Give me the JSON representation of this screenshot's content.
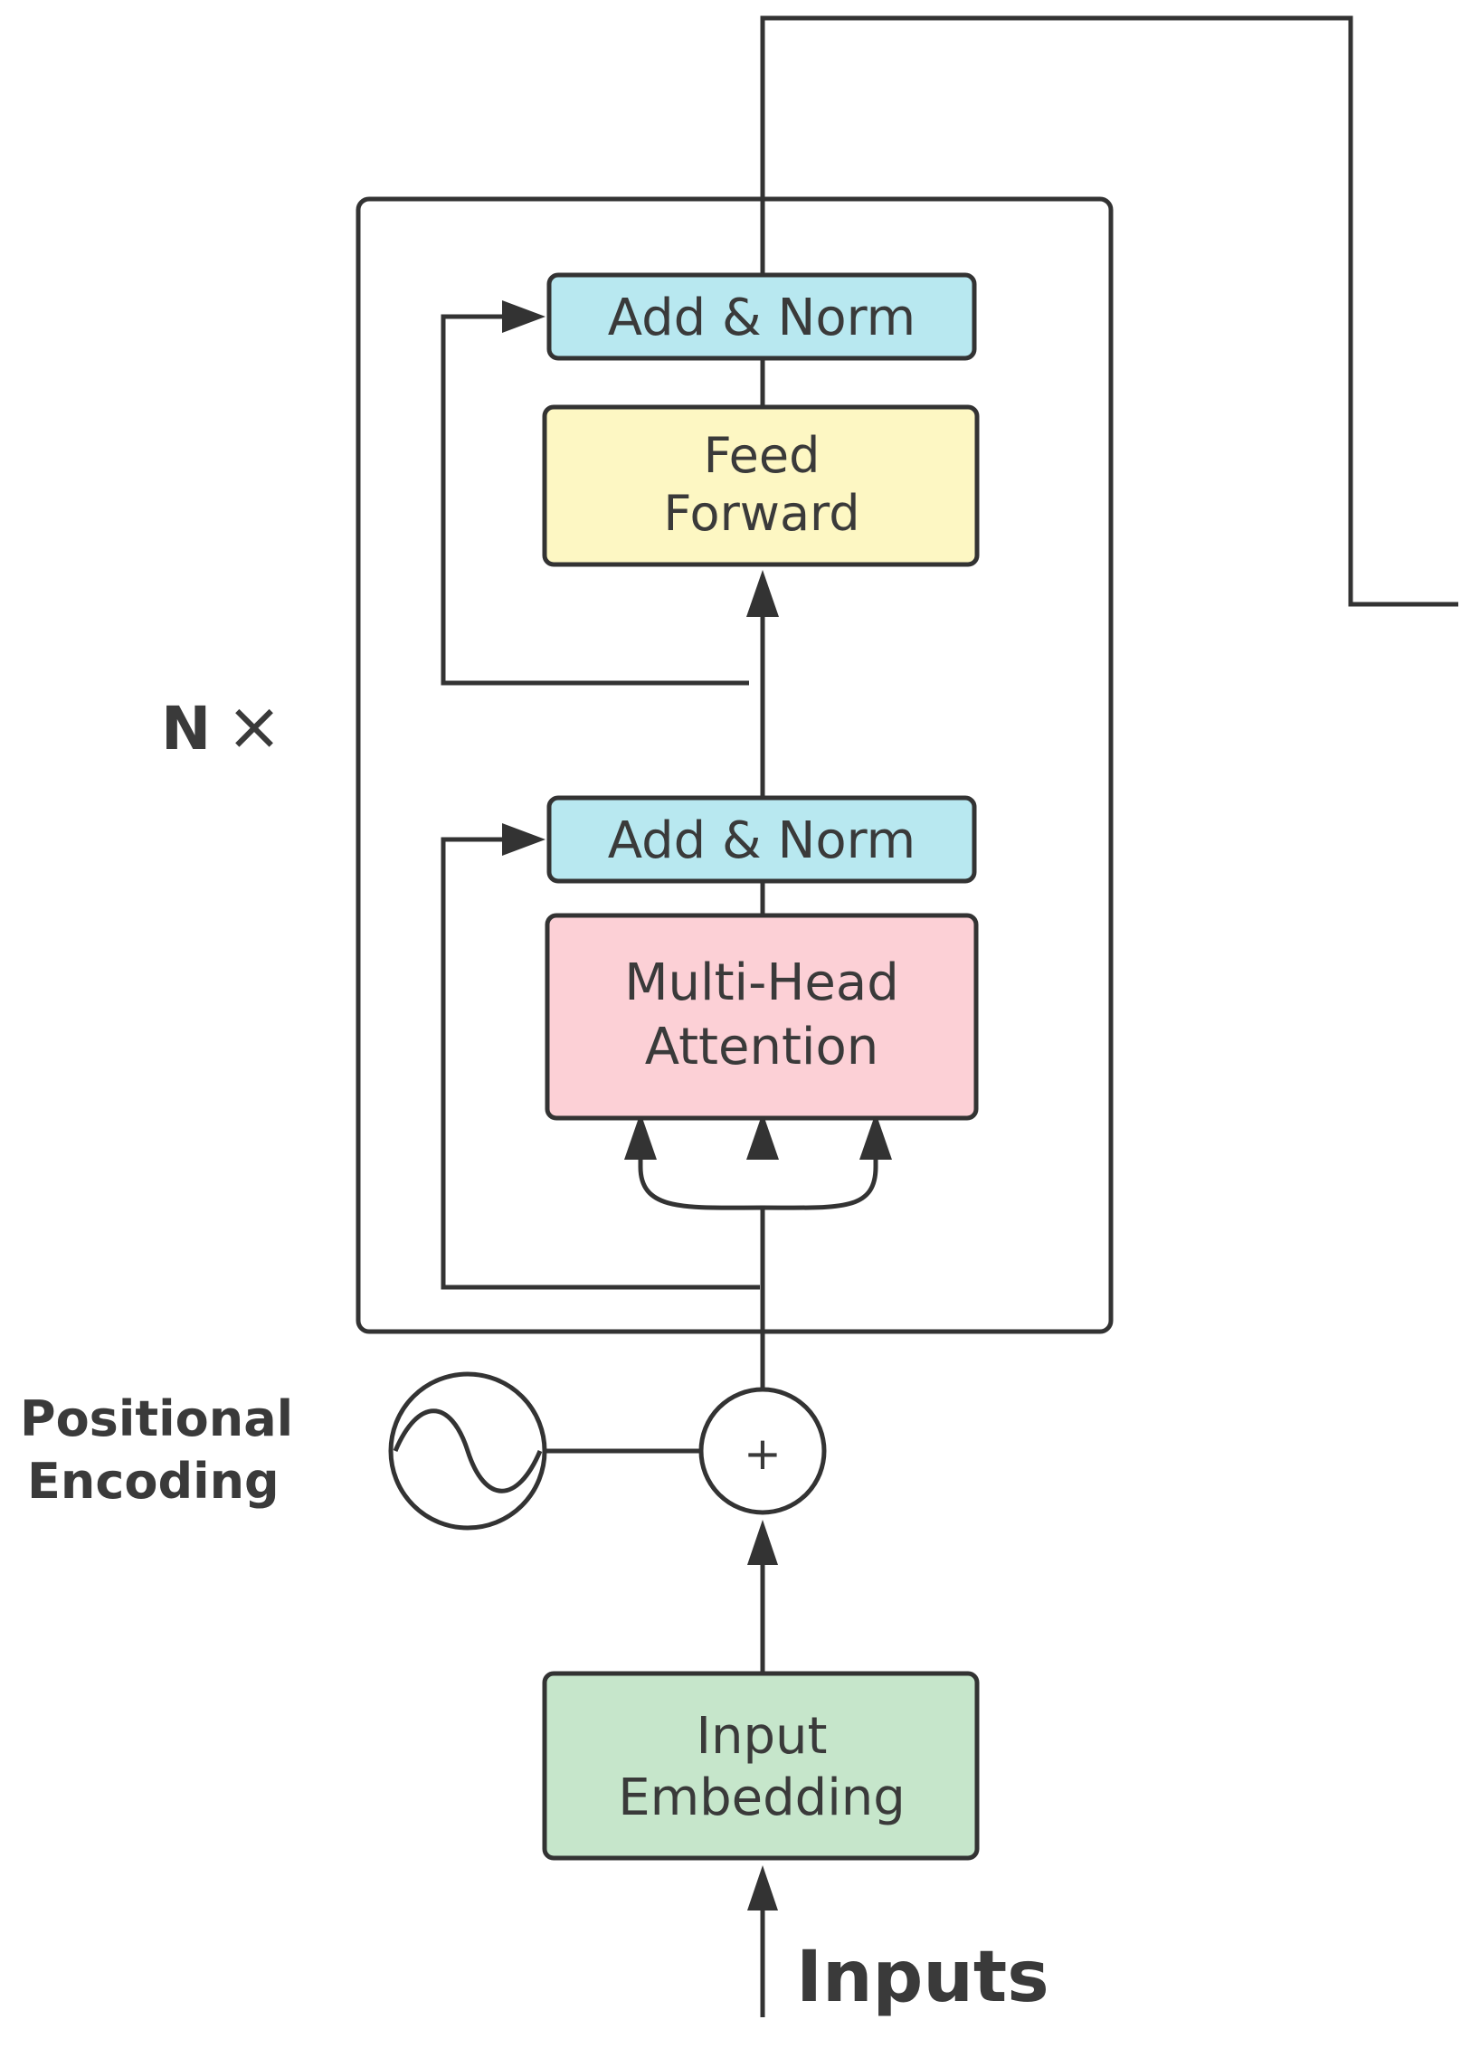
{
  "labels": {
    "add_norm_top": "Add & Norm",
    "feed_forward_line1": "Feed",
    "feed_forward_line2": "Forward",
    "add_norm_bottom": "Add & Norm",
    "attention_line1": "Multi-Head",
    "attention_line2": "Attention",
    "embedding_line1": "Input",
    "embedding_line2": "Embedding",
    "repeat": "N",
    "repeat_symbol": "×",
    "positional_line1": "Positional",
    "positional_line2": "Encoding",
    "plus_symbol": "+",
    "inputs": "Inputs"
  },
  "colors": {
    "stroke": "#333333",
    "add_norm_fill": "#b8e8f0",
    "feed_forward_fill": "#fdf7c3",
    "attention_fill": "#fcd0d6",
    "embedding_fill": "#c6e6cb"
  }
}
